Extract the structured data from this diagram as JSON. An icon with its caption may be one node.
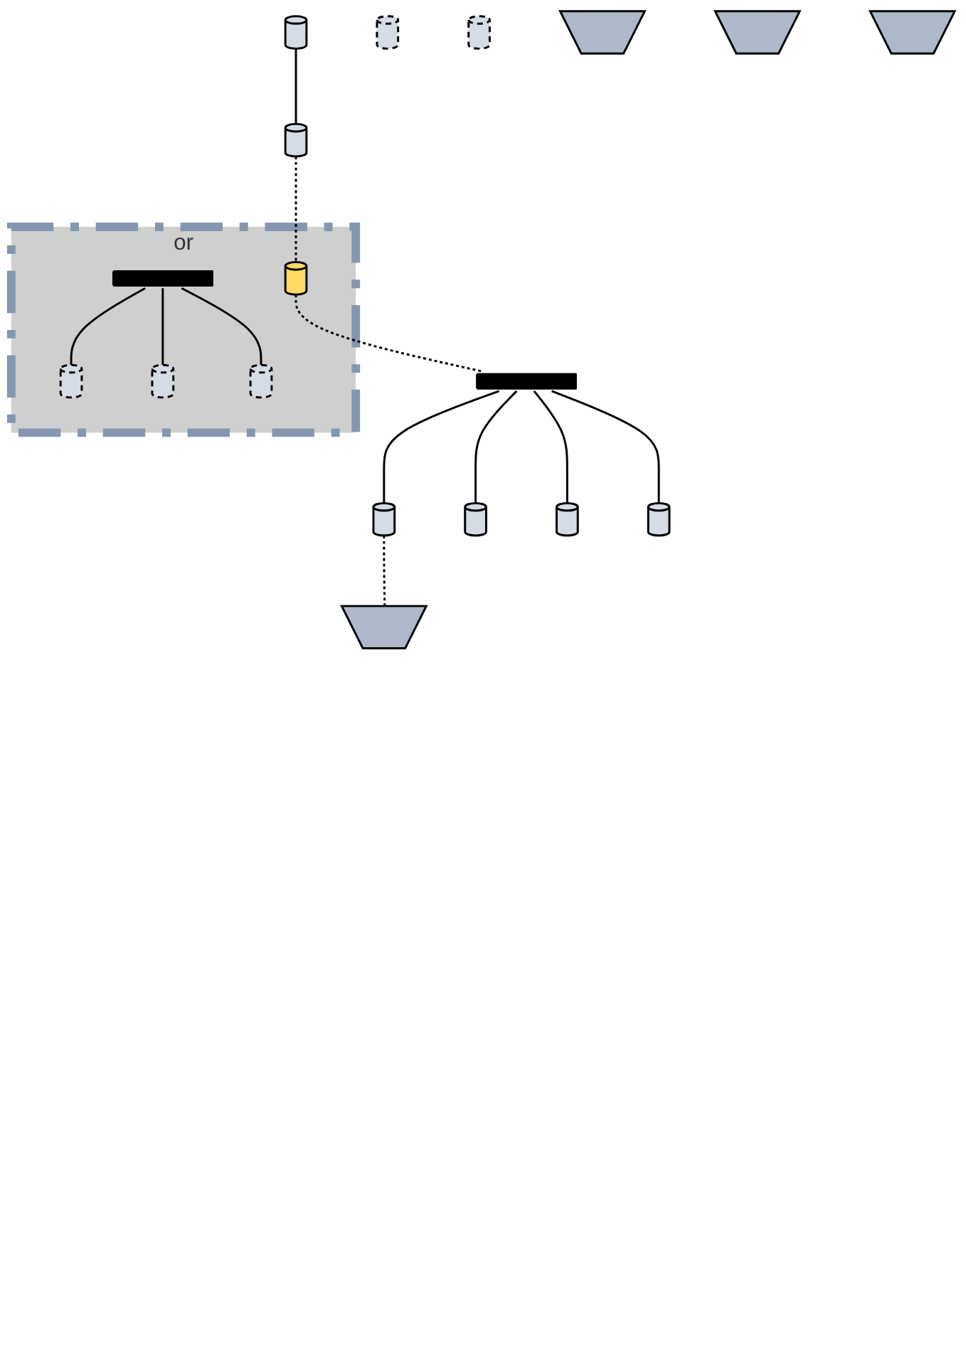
{
  "diagram": {
    "nodes": [
      {
        "text": [],
        "shape": "cylinder"
      },
      {
        "text": [],
        "shape": "cylinder"
      },
      {
        "text": [],
        "shape": "cylinder"
      },
      {
        "text": [],
        "shape": "cylinder"
      },
      {
        "text": [
          "or"
        ]
      },
      {
        "text": [],
        "shape": "bar",
        "in": 4
      },
      {
        "text": [],
        "shape": "cylinder",
        "in": 4
      },
      {
        "text": [],
        "shape": "cylinder",
        "in": 4
      },
      {
        "text": [],
        "shape": "cylinder",
        "in": 4
      },
      {
        "text": [],
        "shape": "cylinder",
        "in": 4
      },
      {
        "text": [],
        "shape": "bar"
      },
      {
        "text": [],
        "shape": "cylinder"
      },
      {
        "text": [],
        "shape": "cylinder"
      },
      {
        "text": [],
        "shape": "cylinder"
      },
      {
        "text": [],
        "shape": "cylinder"
      },
      {
        "text": [],
        "shape": "trapezoid"
      },
      {
        "text": [],
        "shape": "trapezoid"
      },
      {
        "text": [],
        "shape": "trapezoid"
      },
      {
        "text": [],
        "shape": "trapezoid"
      }
    ],
    "edges": [
      {
        "from": 0,
        "to": 1,
        "arrow": "none"
      },
      {
        "from": 1,
        "to": 6,
        "arrow": "none",
        "style": "dashed"
      },
      {
        "from": 5,
        "to": 7,
        "arrow": "none"
      },
      {
        "from": 5,
        "to": 8,
        "arrow": "none"
      },
      {
        "from": 5,
        "to": 9,
        "arrow": "none"
      },
      {
        "from": 6,
        "to": 10,
        "arrow": "none",
        "style": "dashed"
      },
      {
        "from": 10,
        "to": 11,
        "arrow": "none"
      },
      {
        "from": 10,
        "to": 12,
        "arrow": "none"
      },
      {
        "from": 10,
        "to": 13,
        "arrow": "none"
      },
      {
        "from": 10,
        "to": 14,
        "arrow": "none"
      },
      {
        "from": 11,
        "to": 15,
        "arrow": "none",
        "style": "dashed"
      }
    ]
  }
}
